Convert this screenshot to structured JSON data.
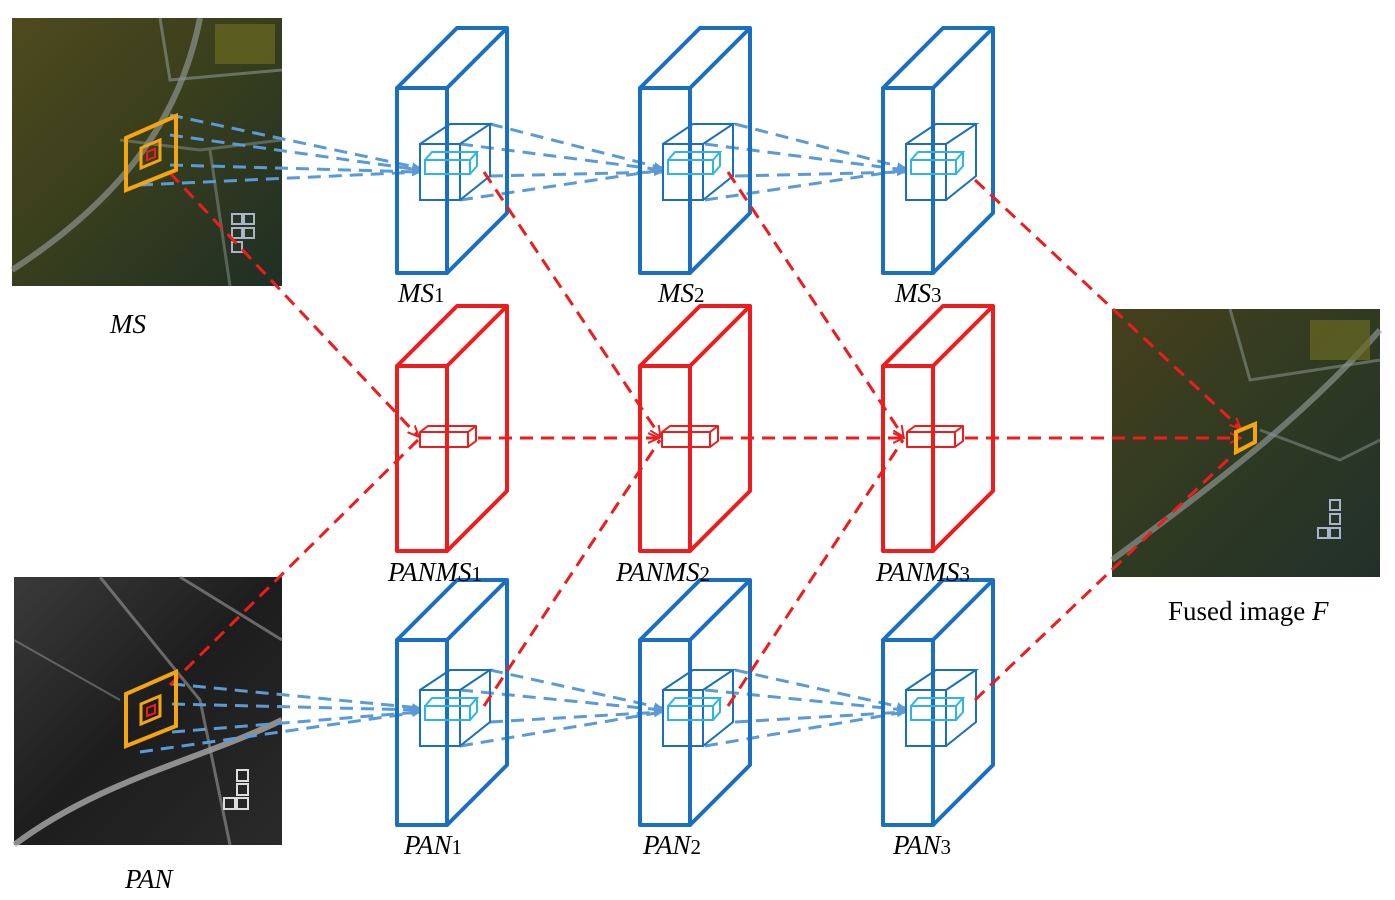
{
  "labels": {
    "ms": "MS",
    "pan": "PAN",
    "fused_prefix": "Fused image ",
    "fused_var": "F",
    "ms_base": "MS",
    "pan_base": "PAN",
    "panms_base": "PANMS",
    "subscripts": [
      "1",
      "2",
      "3"
    ]
  },
  "colors": {
    "blue": "#1a6fbe",
    "red": "#ee1c1c",
    "light_blue": "#5a9ad6",
    "cyan": "#2fb4ea",
    "orange": "#f5a512"
  }
}
